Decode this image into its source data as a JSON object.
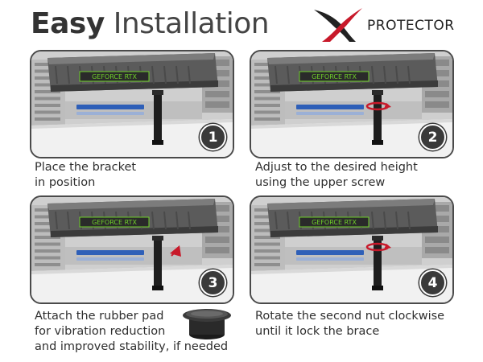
{
  "title": {
    "bold": "Easy",
    "rest": "Installation"
  },
  "brand": {
    "name": "PROTECTOR"
  },
  "gpu_label": "GEFORCE RTX",
  "steps": [
    {
      "number": "1",
      "lines": [
        "Place the bracket",
        "in position"
      ]
    },
    {
      "number": "2",
      "lines": [
        "Adjust to the desired height",
        "using the upper screw"
      ]
    },
    {
      "number": "3",
      "lines": [
        "Attach the rubber pad",
        "for vibration reduction",
        "and improved stability, if needed"
      ]
    },
    {
      "number": "4",
      "lines": [
        "Rotate the second nut clockwise",
        "until it lock the brace"
      ]
    }
  ],
  "colors": {
    "accent_red": "#c8192a",
    "pcie_blue": "#2e5fb8",
    "gpu_green": "#6fcf2a"
  }
}
